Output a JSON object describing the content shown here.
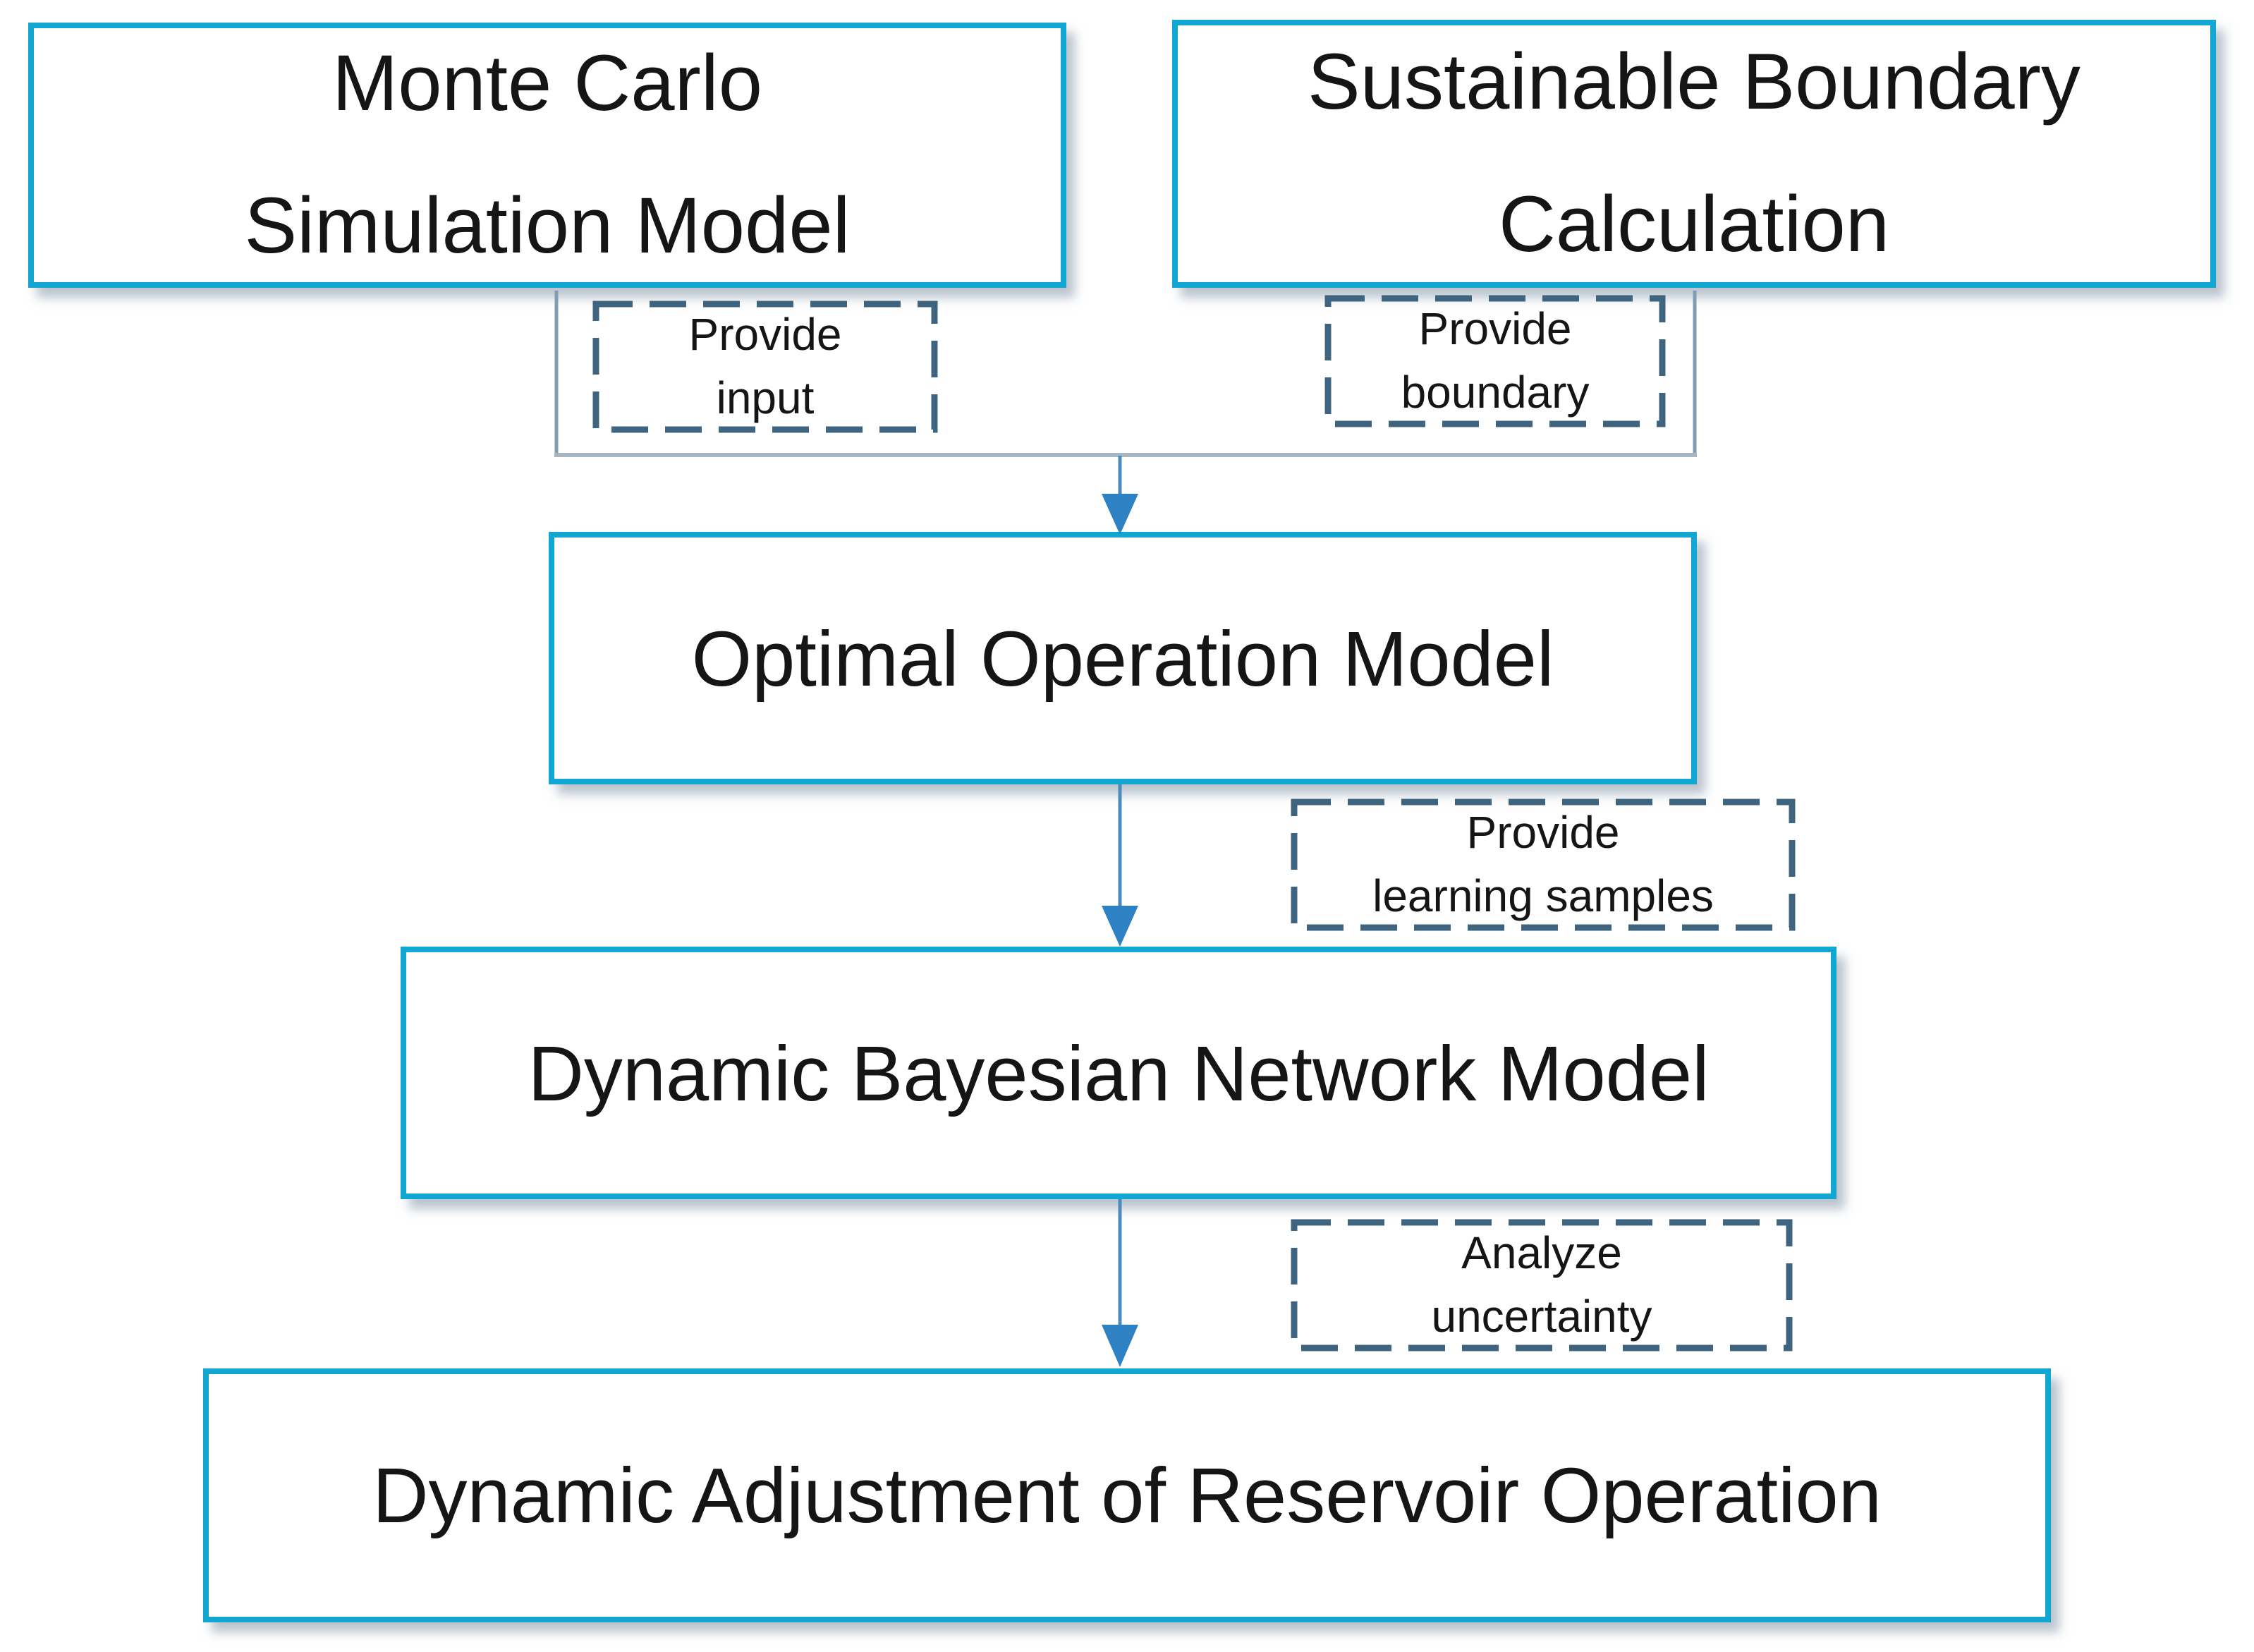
{
  "figure": {
    "type": "flowchart",
    "background": "#ffffff",
    "colors": {
      "node_border": "#12a6d2",
      "dashed_border": "#3e6480",
      "arrow_head": "#2e82c4",
      "arrow_stem": "#4d8bbc",
      "bracket_vertical": "#7f9cb4",
      "bracket_horizontal": "#a6b6c2",
      "text": "#151515"
    },
    "nodes": [
      {
        "id": "monte-carlo-simulation-model",
        "lines": [
          "Monte Carlo",
          "Simulation Model"
        ]
      },
      {
        "id": "sustainable-boundary-calculation",
        "lines": [
          "Sustainable Boundary",
          "Calculation"
        ]
      },
      {
        "id": "optimal-operation-model",
        "lines": [
          "Optimal Operation Model"
        ]
      },
      {
        "id": "dynamic-bayesian-network-model",
        "lines": [
          "Dynamic Bayesian Network Model"
        ]
      },
      {
        "id": "dynamic-adjustment-of-reservoir-operation",
        "lines": [
          "Dynamic Adjustment of Reservoir Operation"
        ]
      }
    ],
    "edge_labels": [
      {
        "id": "provide-input",
        "lines": [
          "Provide",
          "input"
        ]
      },
      {
        "id": "provide-boundary",
        "lines": [
          "Provide",
          "boundary"
        ]
      },
      {
        "id": "provide-learning-samples",
        "lines": [
          "Provide",
          "learning samples"
        ]
      },
      {
        "id": "analyze-uncertainty",
        "lines": [
          "Analyze",
          "uncertainty"
        ]
      }
    ]
  }
}
